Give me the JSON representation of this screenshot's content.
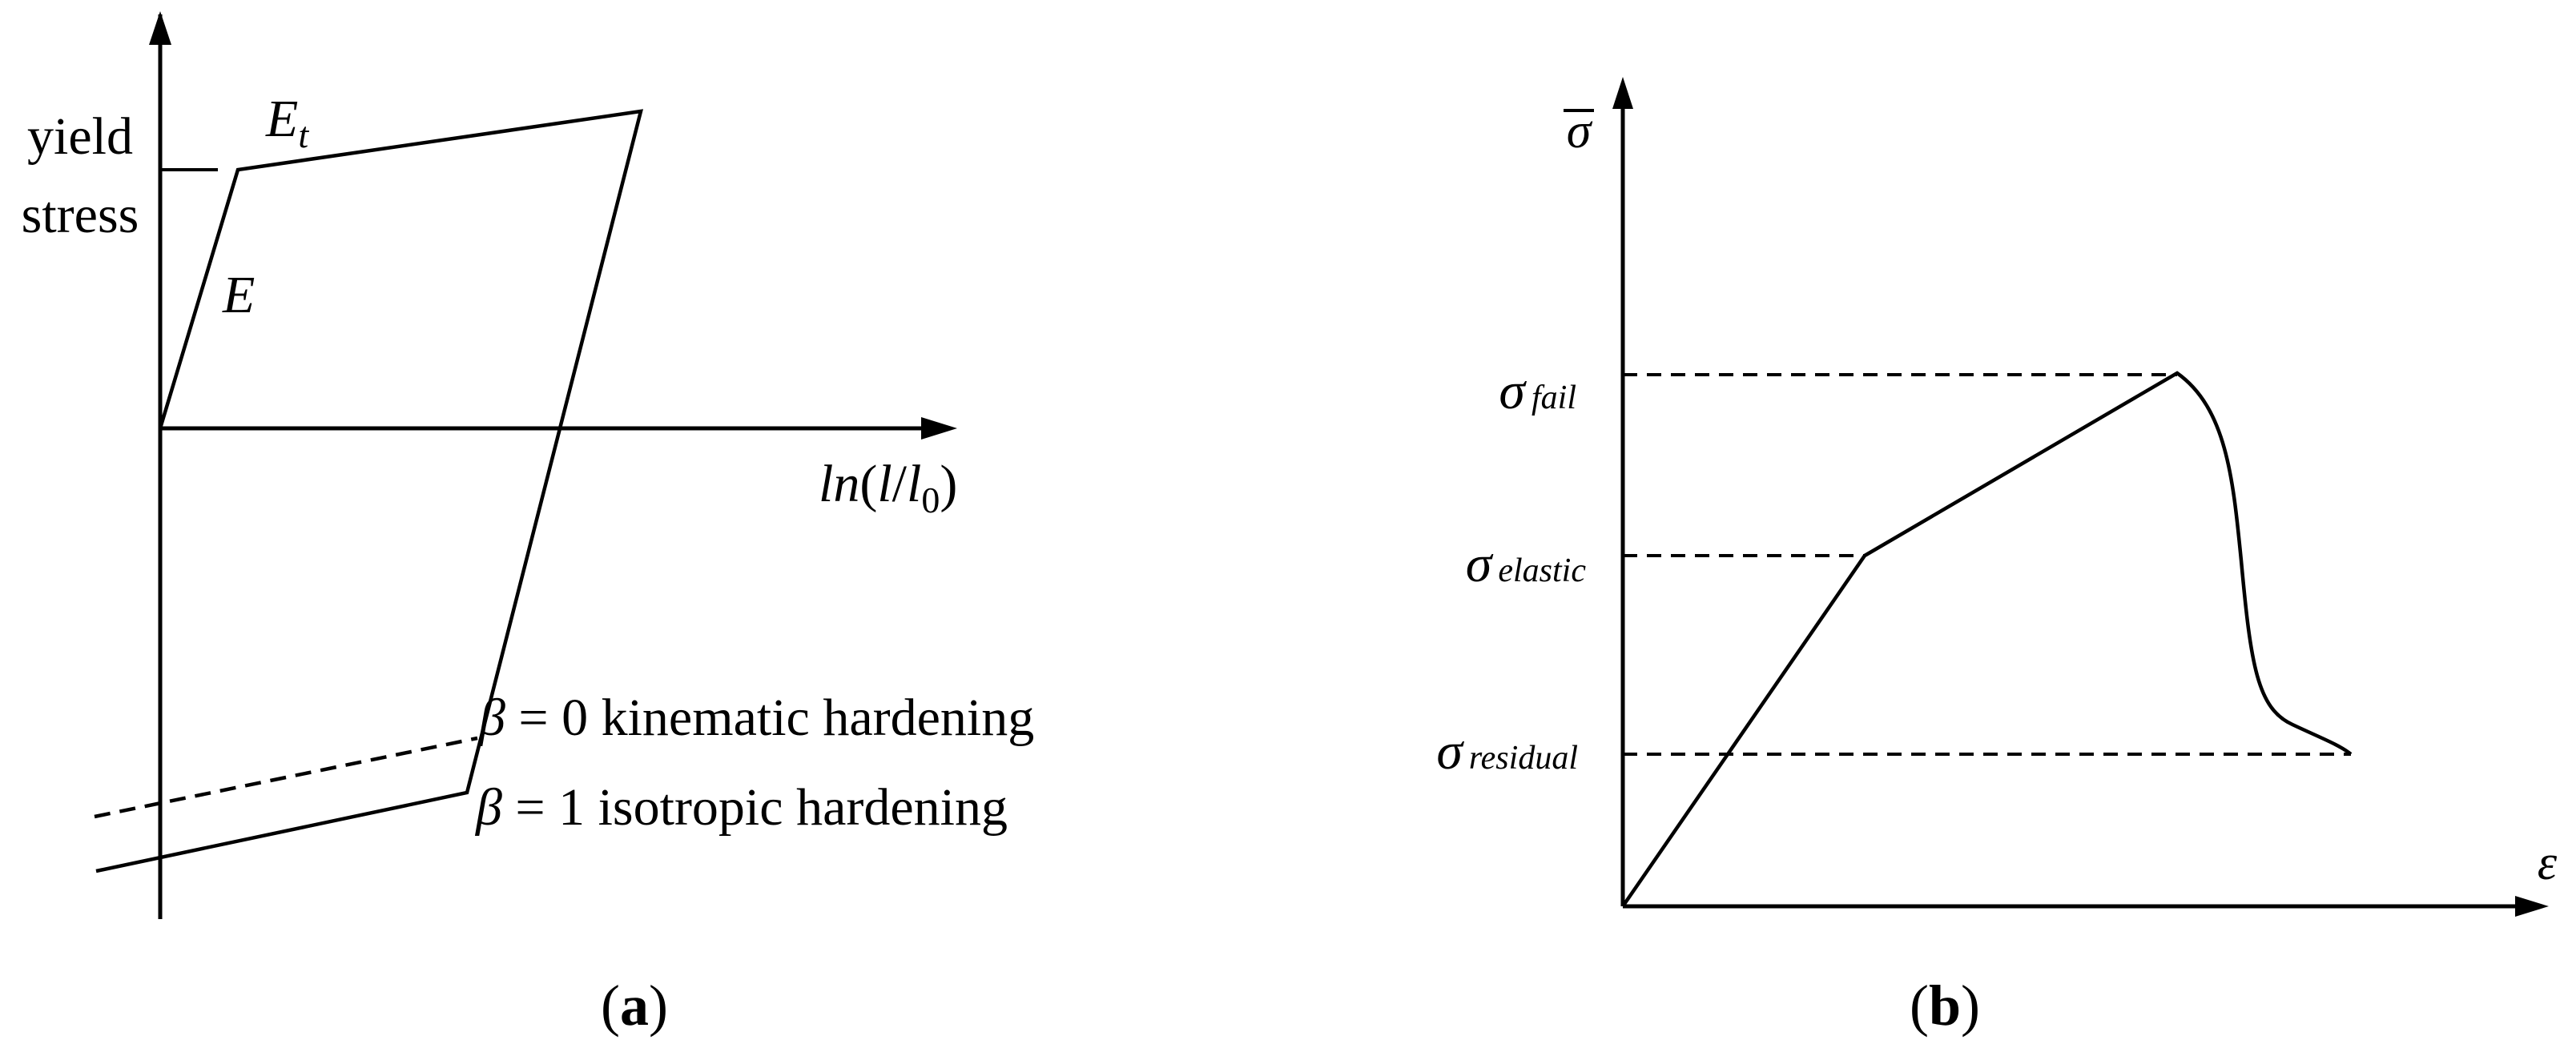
{
  "panel_a": {
    "yield_label_line1": "yield",
    "yield_label_line2": "stress",
    "et_base": "E",
    "et_sub": "t",
    "e_label": "E",
    "xaxis_ln": "ln",
    "xaxis_l": "l",
    "xaxis_l0": "l",
    "xaxis_sub0": "0",
    "xaxis_open": "(",
    "xaxis_slash": "/",
    "xaxis_close": ")",
    "beta0_symbol": "β",
    "beta0_text": " = 0 kinematic hardening",
    "beta1_symbol": "β",
    "beta1_text": " = 1 isotropic hardening",
    "caption_open": "(",
    "caption_letter": "a",
    "caption_close": ")"
  },
  "panel_b": {
    "yaxis_label": "σ",
    "xaxis_label": "ε",
    "sigma_fail_symbol": "σ",
    "sigma_fail_sub": "fail",
    "sigma_elastic_symbol": "σ",
    "sigma_elastic_sub": "elastic",
    "sigma_residual_symbol": "σ",
    "sigma_residual_sub": "residual",
    "caption_open": "(",
    "caption_letter": "b",
    "caption_close": ")"
  }
}
